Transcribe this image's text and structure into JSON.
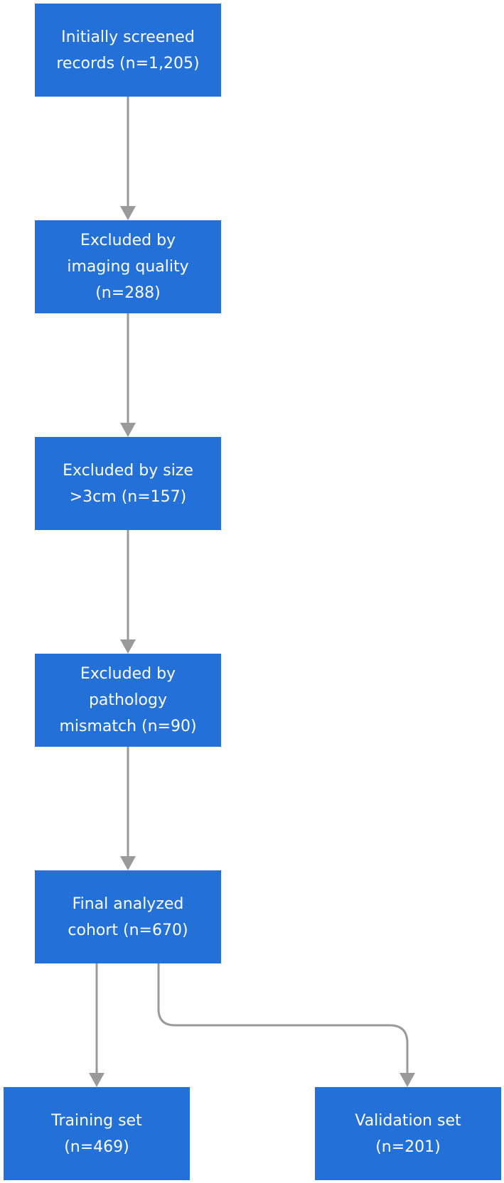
{
  "diagram": {
    "type": "flowchart",
    "colors": {
      "node_fill": "#2370d9",
      "node_text": "#ffffff",
      "edge": "#9a9a9a",
      "background": "#ffffff"
    },
    "nodes": [
      {
        "id": "screened",
        "line1": "Initially screened",
        "line2": "records (n=1,205)",
        "line3": ""
      },
      {
        "id": "excl_quality",
        "line1": "Excluded by",
        "line2": "imaging quality",
        "line3": "(n=288)"
      },
      {
        "id": "excl_size",
        "line1": "Excluded by size",
        "line2": ">3cm (n=157)",
        "line3": ""
      },
      {
        "id": "excl_pathology",
        "line1": "Excluded by",
        "line2": "pathology",
        "line3": "mismatch (n=90)"
      },
      {
        "id": "final",
        "line1": "Final analyzed",
        "line2": "cohort (n=670)",
        "line3": ""
      },
      {
        "id": "training",
        "line1": "Training set",
        "line2": "(n=469)",
        "line3": ""
      },
      {
        "id": "validation",
        "line1": "Validation set",
        "line2": "(n=201)",
        "line3": ""
      }
    ],
    "edges": [
      {
        "from": "screened",
        "to": "excl_quality"
      },
      {
        "from": "excl_quality",
        "to": "excl_size"
      },
      {
        "from": "excl_size",
        "to": "excl_pathology"
      },
      {
        "from": "excl_pathology",
        "to": "final"
      },
      {
        "from": "final",
        "to": "training"
      },
      {
        "from": "final",
        "to": "validation"
      }
    ]
  }
}
